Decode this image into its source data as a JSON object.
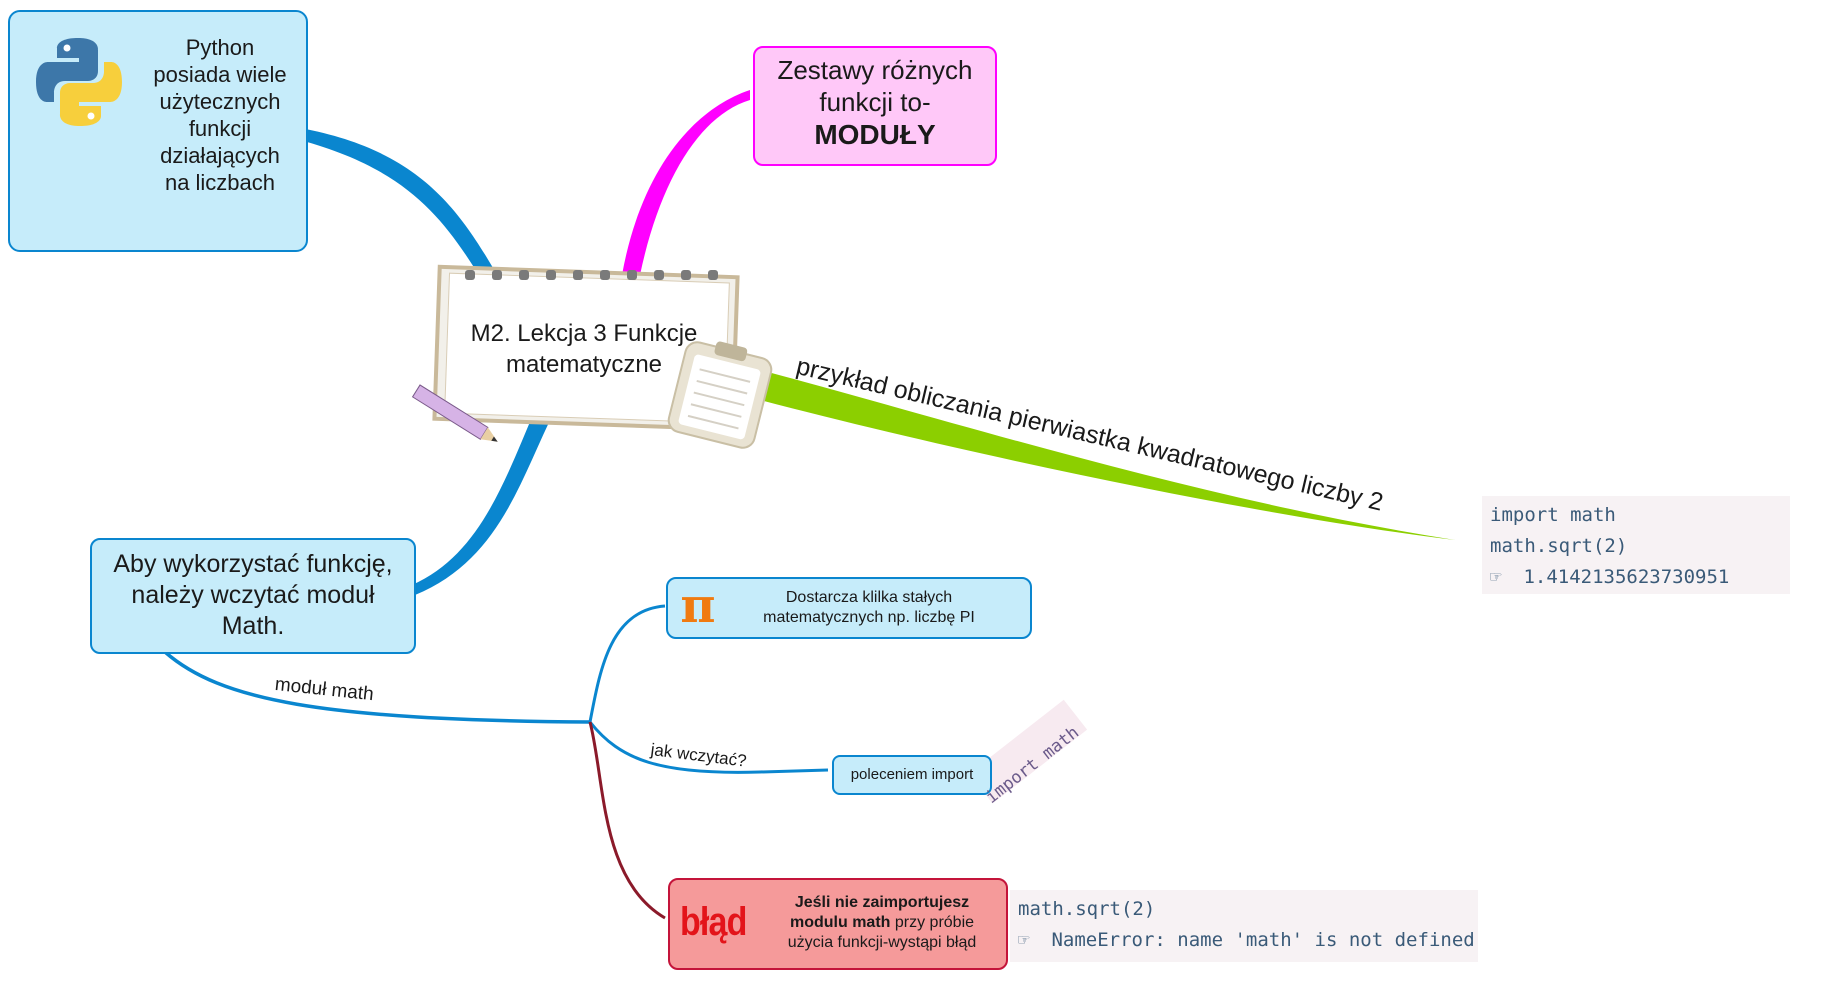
{
  "central": {
    "title": "M2. Lekcja 3 Funkcje matematyczne"
  },
  "python_node": {
    "text": "Python posiada wiele użytecznych funkcji działających na liczbach",
    "icon": "python-logo-icon"
  },
  "modules_node": {
    "line1": "Zestawy różnych",
    "line2": "funkcji to-",
    "line3": "MODUŁY"
  },
  "use_node": {
    "text": "Aby wykorzystać funkcję, należy wczytać moduł Math."
  },
  "sqrt_branch": {
    "label": "przykład obliczania pierwiastka kwadratowego liczby 2"
  },
  "sqrt_code": {
    "line1": "import math",
    "line2": "math.sqrt(2)",
    "line3": "1.4142135623730951"
  },
  "module_branch": {
    "label": "moduł math"
  },
  "pi_node": {
    "text": "Dostarcza klilka stałych matematycznych np. liczbę PI",
    "icon": "pi-icon"
  },
  "import_branch": {
    "label": "jak wczytać?"
  },
  "import_node": {
    "text": "poleceniem import"
  },
  "import_tag": {
    "text": "import math"
  },
  "error_node": {
    "icon_text": "błąd",
    "bold": "Jeśli nie zaimportujesz modulu math",
    "rest": " przy próbie użycia funkcji-wystąpi błąd"
  },
  "error_code": {
    "line1": "math.sqrt(2)",
    "line2": "NameError: name 'math' is not defined"
  },
  "colors": {
    "blue_branch": "#0a86cf",
    "magenta_branch": "#ff00ff",
    "green_branch": "#8ccf00",
    "dark_red_branch": "#8b1a2a",
    "node_blue": "#c6ecfa",
    "node_pink": "#ffc8f8",
    "node_red": "#f59a9a"
  }
}
